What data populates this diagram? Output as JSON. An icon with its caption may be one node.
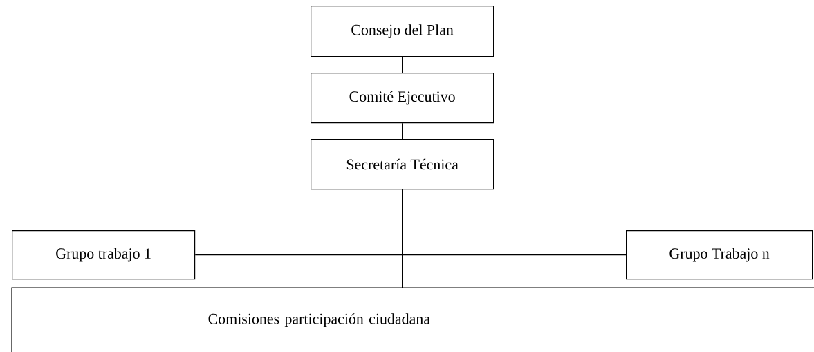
{
  "diagram": {
    "nodes": [
      {
        "text": [
          "Consejo del Plan"
        ]
      },
      {
        "text": [
          "Comité Ejecutivo"
        ]
      },
      {
        "text": [
          "Secretaría Técnica"
        ]
      },
      {
        "text": [
          "Grupo trabajo 1"
        ]
      },
      {
        "text": [
          "Grupo Trabajo n"
        ]
      },
      {
        "text": [
          "Comisiones participación ciudadana"
        ]
      }
    ],
    "edges": [
      {
        "from": 0,
        "to": 1,
        "arrow": "none"
      },
      {
        "from": 1,
        "to": 2,
        "arrow": "none"
      },
      {
        "from": 2,
        "to": 3,
        "arrow": "none"
      },
      {
        "from": 2,
        "to": 4,
        "arrow": "none"
      },
      {
        "from": 2,
        "to": 5,
        "arrow": "none"
      }
    ]
  }
}
